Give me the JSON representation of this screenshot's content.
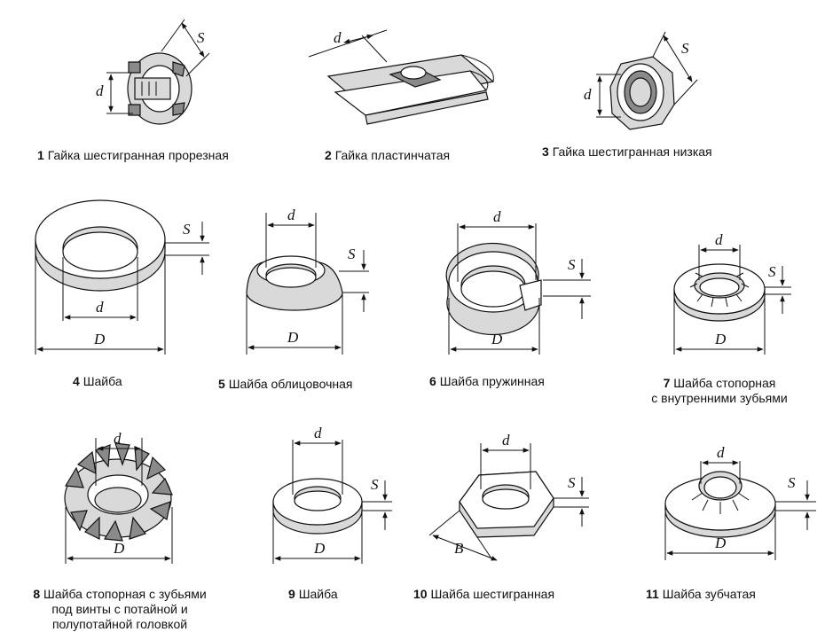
{
  "letters": {
    "d": "d",
    "S": "S",
    "D": "D",
    "B": "B"
  },
  "captions": [
    {
      "num": "1",
      "text": "Гайка шестигранная прорезная"
    },
    {
      "num": "2",
      "text": "Гайка пластинчатая"
    },
    {
      "num": "3",
      "text": "Гайка шестигранная низкая"
    },
    {
      "num": "4",
      "text": "Шайба"
    },
    {
      "num": "5",
      "text": "Шайба облицовочная"
    },
    {
      "num": "6",
      "text": "Шайба пружинная"
    },
    {
      "num": "7",
      "text": "Шайба стопорная",
      "text2": "с внутренними зубьями"
    },
    {
      "num": "8",
      "text": "Шайба стопорная с зубьями",
      "text2": "под винты с потайной и",
      "text3": "полупотайной головкой"
    },
    {
      "num": "9",
      "text": "Шайба"
    },
    {
      "num": "10",
      "text": "Шайба шестигранная"
    },
    {
      "num": "11",
      "text": "Шайба зубчатая"
    }
  ]
}
